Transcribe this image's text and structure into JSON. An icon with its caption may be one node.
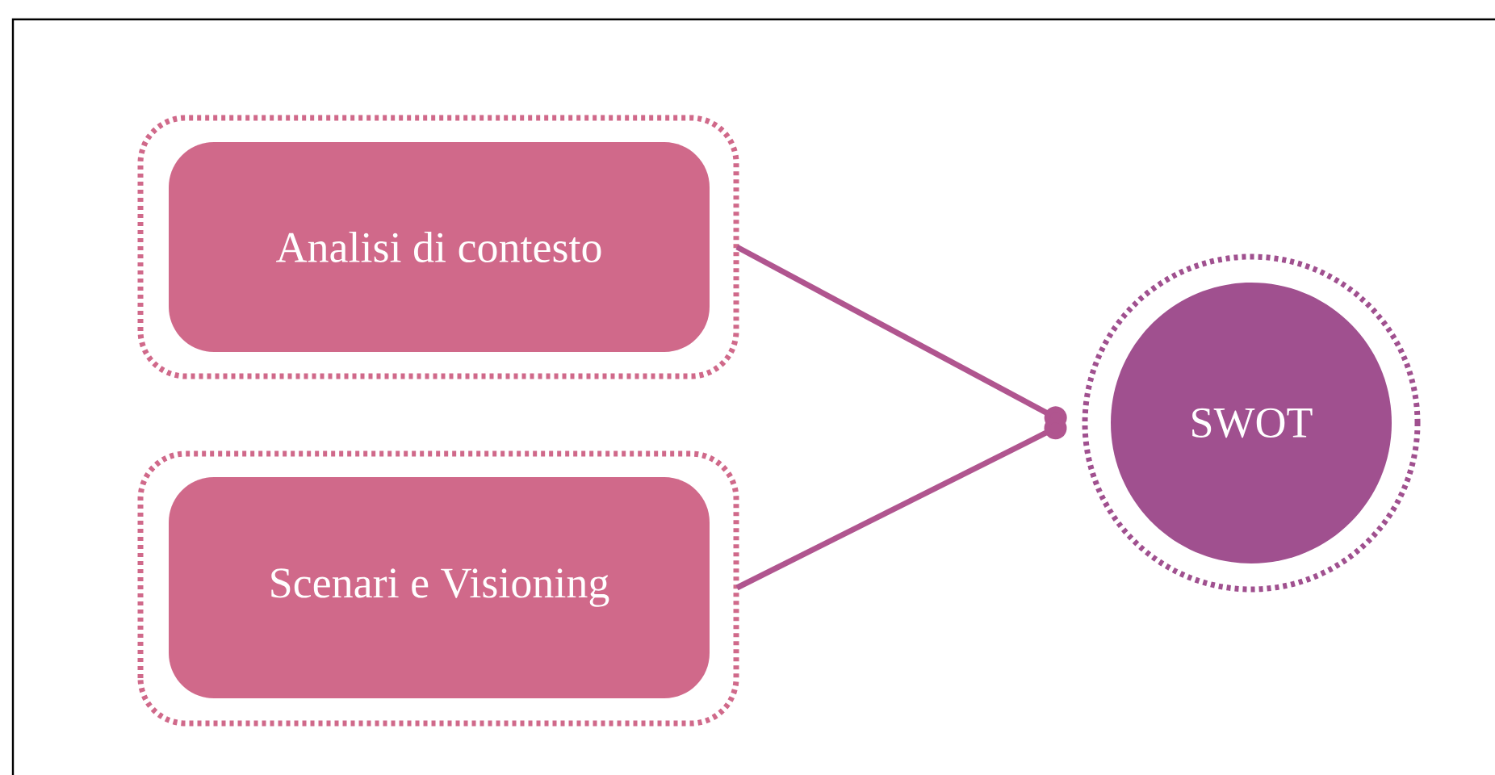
{
  "diagram": {
    "nodes": [
      {
        "text": [
          "Analisi di contesto"
        ]
      },
      {
        "text": [
          "Scenari e Visioning"
        ]
      },
      {
        "text": [
          "SWOT"
        ]
      }
    ],
    "edges": [
      {
        "from": 0,
        "to": 2,
        "arrow": "other"
      },
      {
        "from": 1,
        "to": 2,
        "arrow": "other"
      }
    ]
  }
}
